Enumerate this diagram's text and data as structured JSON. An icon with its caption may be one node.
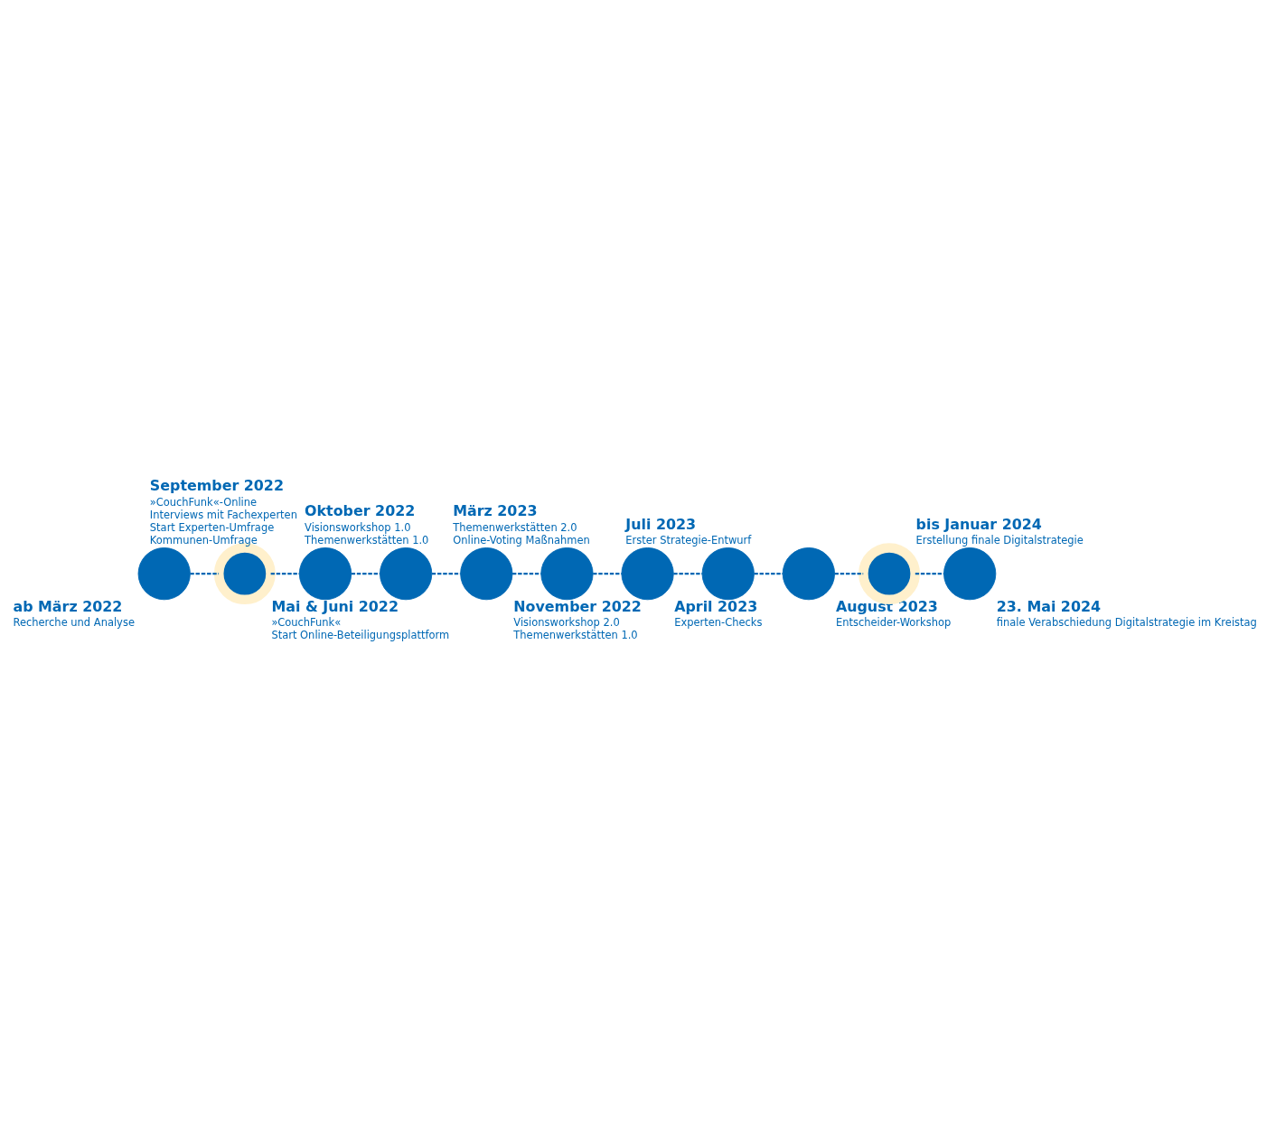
{
  "diagram": {
    "nodes": [
      {
        "text": [
          "ab März 2022",
          "Recherche und Analyse"
        ]
      },
      {
        "text": [
          "Mai & Juni 2022",
          "»CouchFunk«",
          "Start Online-Beteiligungsplattform"
        ]
      },
      {
        "text": [
          "September 2022",
          "»CouchFunk«-Online",
          "Interviews mit Fachexperten",
          "Start Experten-Umfrage",
          "Kommunen-Umfrage"
        ]
      },
      {
        "text": [
          "Oktober 2022",
          "Visionsworkshop 1.0",
          "Themenwerkstätten 1.0"
        ]
      },
      {
        "text": [
          "November 2022",
          "Visionsworkshop 2.0",
          "Themenwerkstätten 1.0"
        ]
      },
      {
        "text": [
          "März 2023",
          "Themenwerkstätten 2.0",
          "Online-Voting Maßnahmen"
        ]
      },
      {
        "text": [
          "April 2023",
          "Experten-Checks"
        ]
      },
      {
        "text": [
          "Juli 2023",
          "Erster Strategie-Entwurf"
        ]
      },
      {
        "text": [
          "August 2023",
          "Entscheider-Workshop"
        ]
      },
      {
        "text": [
          "bis Januar 2024",
          "Erstellung finale Digitalstrategie"
        ]
      },
      {
        "text": [
          "23. Mai 2024",
          "finale Verabschiedung Digitalstrategie im Kreistag"
        ]
      }
    ],
    "edges": [
      {
        "from": 0,
        "to": 1,
        "arrow": "none",
        "style": "dashed"
      },
      {
        "from": 1,
        "to": 2,
        "arrow": "none",
        "style": "dashed"
      },
      {
        "from": 2,
        "to": 3,
        "arrow": "none",
        "style": "dashed"
      },
      {
        "from": 3,
        "to": 4,
        "arrow": "none",
        "style": "dashed"
      },
      {
        "from": 4,
        "to": 5,
        "arrow": "none",
        "style": "dashed"
      },
      {
        "from": 5,
        "to": 6,
        "arrow": "none",
        "style": "dashed"
      },
      {
        "from": 6,
        "to": 7,
        "arrow": "none",
        "style": "dashed"
      },
      {
        "from": 7,
        "to": 8,
        "arrow": "none",
        "style": "dashed"
      },
      {
        "from": 8,
        "to": 9,
        "arrow": "none",
        "style": "dashed"
      },
      {
        "from": 9,
        "to": 10,
        "arrow": "none",
        "style": "dashed"
      }
    ]
  }
}
